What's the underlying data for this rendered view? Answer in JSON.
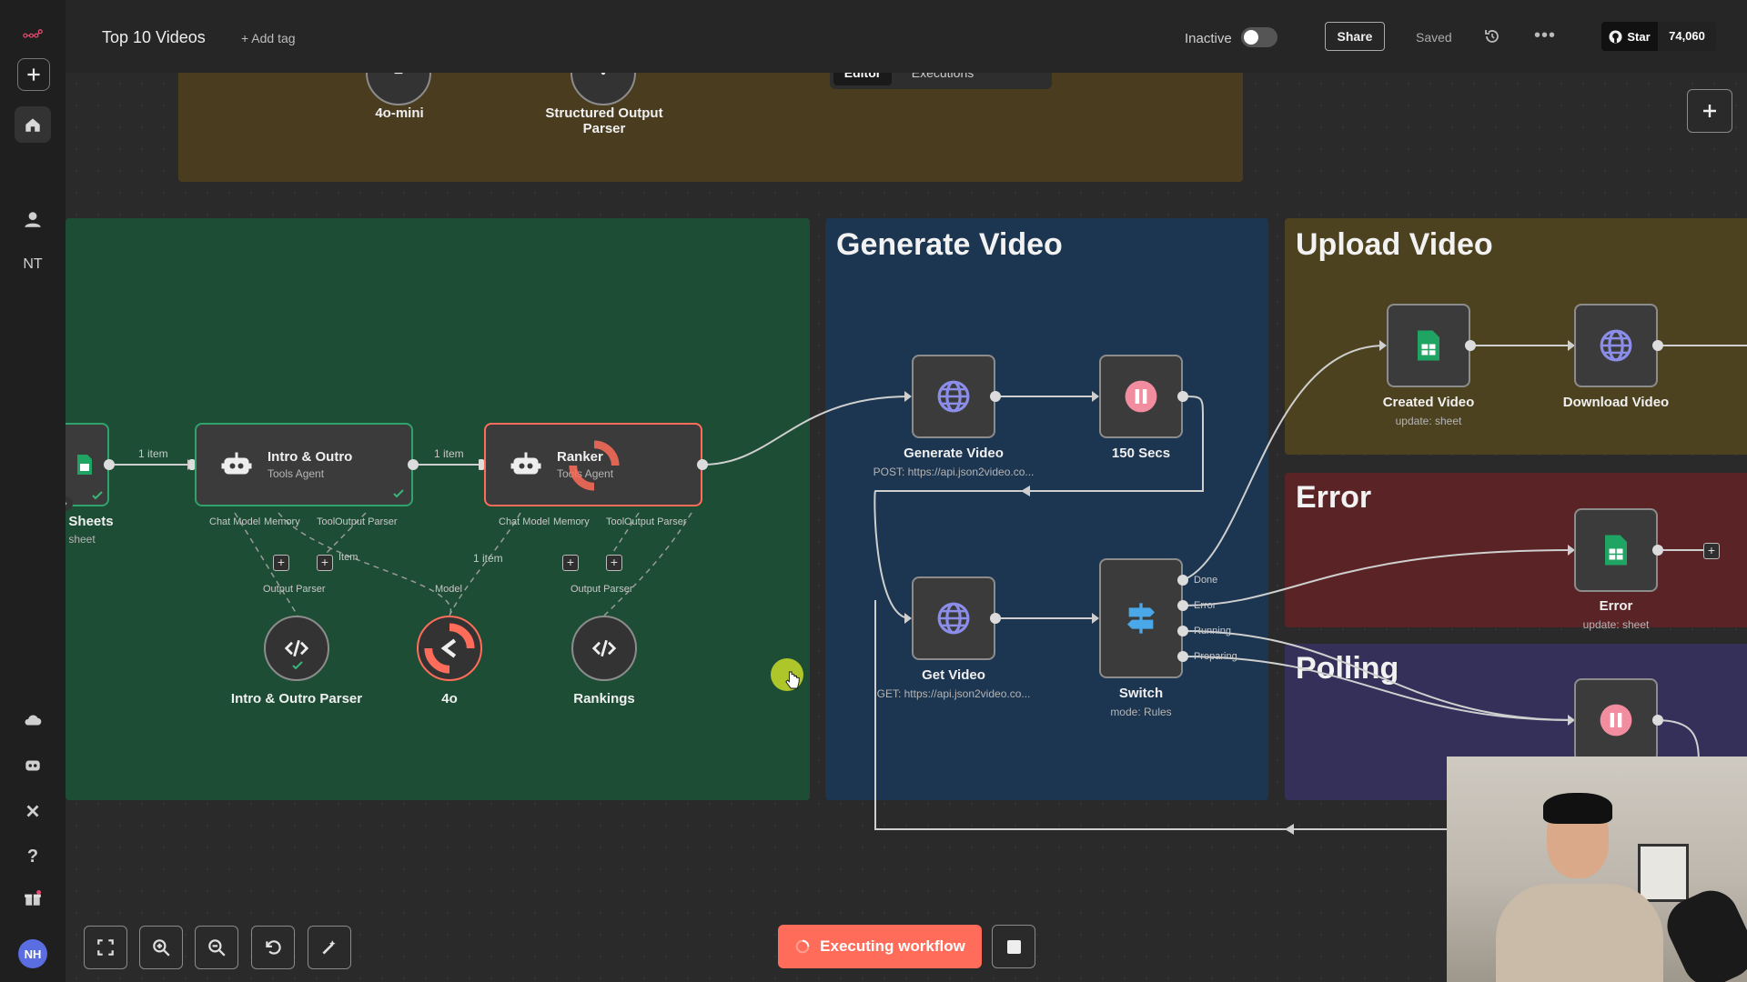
{
  "header": {
    "workflow_title": "Top 10 Videos",
    "add_tag": "+ Add tag",
    "active_status": "Inactive",
    "share": "Share",
    "saved": "Saved",
    "github_star": "Star",
    "github_count": "74,060"
  },
  "tabs": [
    {
      "label": "Editor",
      "active": true
    },
    {
      "label": "Executions",
      "active": false
    }
  ],
  "sidebar": {
    "user_initials": "NT",
    "avatar_initials": "NH"
  },
  "sticky_notes": {
    "generate_video": "Generate Video",
    "upload_video": "Upload Video",
    "error": "Error",
    "polling": "Polling"
  },
  "colors": {
    "green_sticky": "#1d4d35",
    "blue_sticky": "#1c3550",
    "olive_sticky": "#4d4220",
    "red_sticky": "#5a2326",
    "purple_sticky": "#35305a",
    "top_sticky": "#4a3c1f",
    "execute_button": "#ff6d5a",
    "ranker_border": "#ff6d5a"
  },
  "nodes": {
    "top_4o_mini": {
      "label": "4o-mini"
    },
    "structured_output_parser": {
      "label": "Structured Output Parser"
    },
    "sheets": {
      "label": "Sheets",
      "sub": "sheet"
    },
    "intro_outro": {
      "label": "Intro & Outro",
      "sub": "Tools Agent"
    },
    "ranker": {
      "label": "Ranker",
      "sub": "Tools Agent"
    },
    "intro_outro_parser": {
      "label": "Intro & Outro Parser"
    },
    "model_4o": {
      "label": "4o"
    },
    "rankings": {
      "label": "Rankings"
    },
    "generate_video": {
      "label": "Generate Video",
      "sub": "POST: https://api.json2video.co..."
    },
    "secs_150": {
      "label": "150 Secs"
    },
    "get_video": {
      "label": "Get Video",
      "sub": "GET: https://api.json2video.co..."
    },
    "switch": {
      "label": "Switch",
      "sub": "mode: Rules"
    },
    "created_video": {
      "label": "Created Video",
      "sub": "update: sheet"
    },
    "download_video": {
      "label": "Download Video"
    },
    "error_node": {
      "label": "Error",
      "sub": "update: sheet"
    }
  },
  "connection_labels": {
    "item1": "1 item",
    "item2": "1 item",
    "item3": "1 item",
    "item_partial": "Item"
  },
  "ports": {
    "chat_model": "Chat Model",
    "memory": "Memory",
    "tool": "Tool",
    "output_parser": "Output Parser",
    "model": "Model"
  },
  "switch_outputs": [
    "Done",
    "Error",
    "Running",
    "Preparing"
  ],
  "footer": {
    "execute_button": "Executing workflow"
  }
}
